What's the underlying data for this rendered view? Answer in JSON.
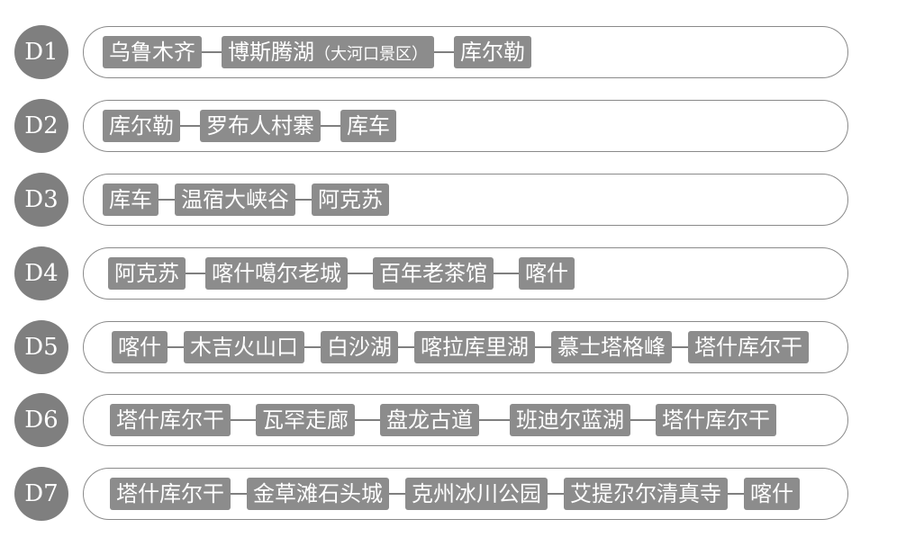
{
  "itinerary": [
    {
      "day": "D1",
      "stops": [
        "乌鲁木齐",
        "博斯腾湖",
        "库尔勒"
      ],
      "stop_note": {
        "index": 1,
        "text": "（大河口景区）"
      }
    },
    {
      "day": "D2",
      "stops": [
        "库尔勒",
        "罗布人村寨",
        "库车"
      ]
    },
    {
      "day": "D3",
      "stops": [
        "库车",
        "温宿大峡谷",
        "阿克苏"
      ]
    },
    {
      "day": "D4",
      "stops": [
        "阿克苏",
        "喀什噶尔老城",
        "百年老茶馆",
        "喀什"
      ]
    },
    {
      "day": "D5",
      "stops": [
        "喀什",
        "木吉火山口",
        "白沙湖",
        "喀拉库里湖",
        "慕士塔格峰",
        "塔什库尔干"
      ]
    },
    {
      "day": "D6",
      "stops": [
        "塔什库尔干",
        "瓦罕走廊",
        "盘龙古道",
        "班迪尔蓝湖",
        "塔什库尔干"
      ]
    },
    {
      "day": "D7",
      "stops": [
        "塔什库尔干",
        "金草滩石头城",
        "克州冰川公园",
        "艾提尕尔清真寺",
        "喀什"
      ]
    }
  ],
  "colors": {
    "badge": "#7f7f7f",
    "stop": "#8c8c8c",
    "outline": "#8a8a8a",
    "text": "#ffffff"
  }
}
